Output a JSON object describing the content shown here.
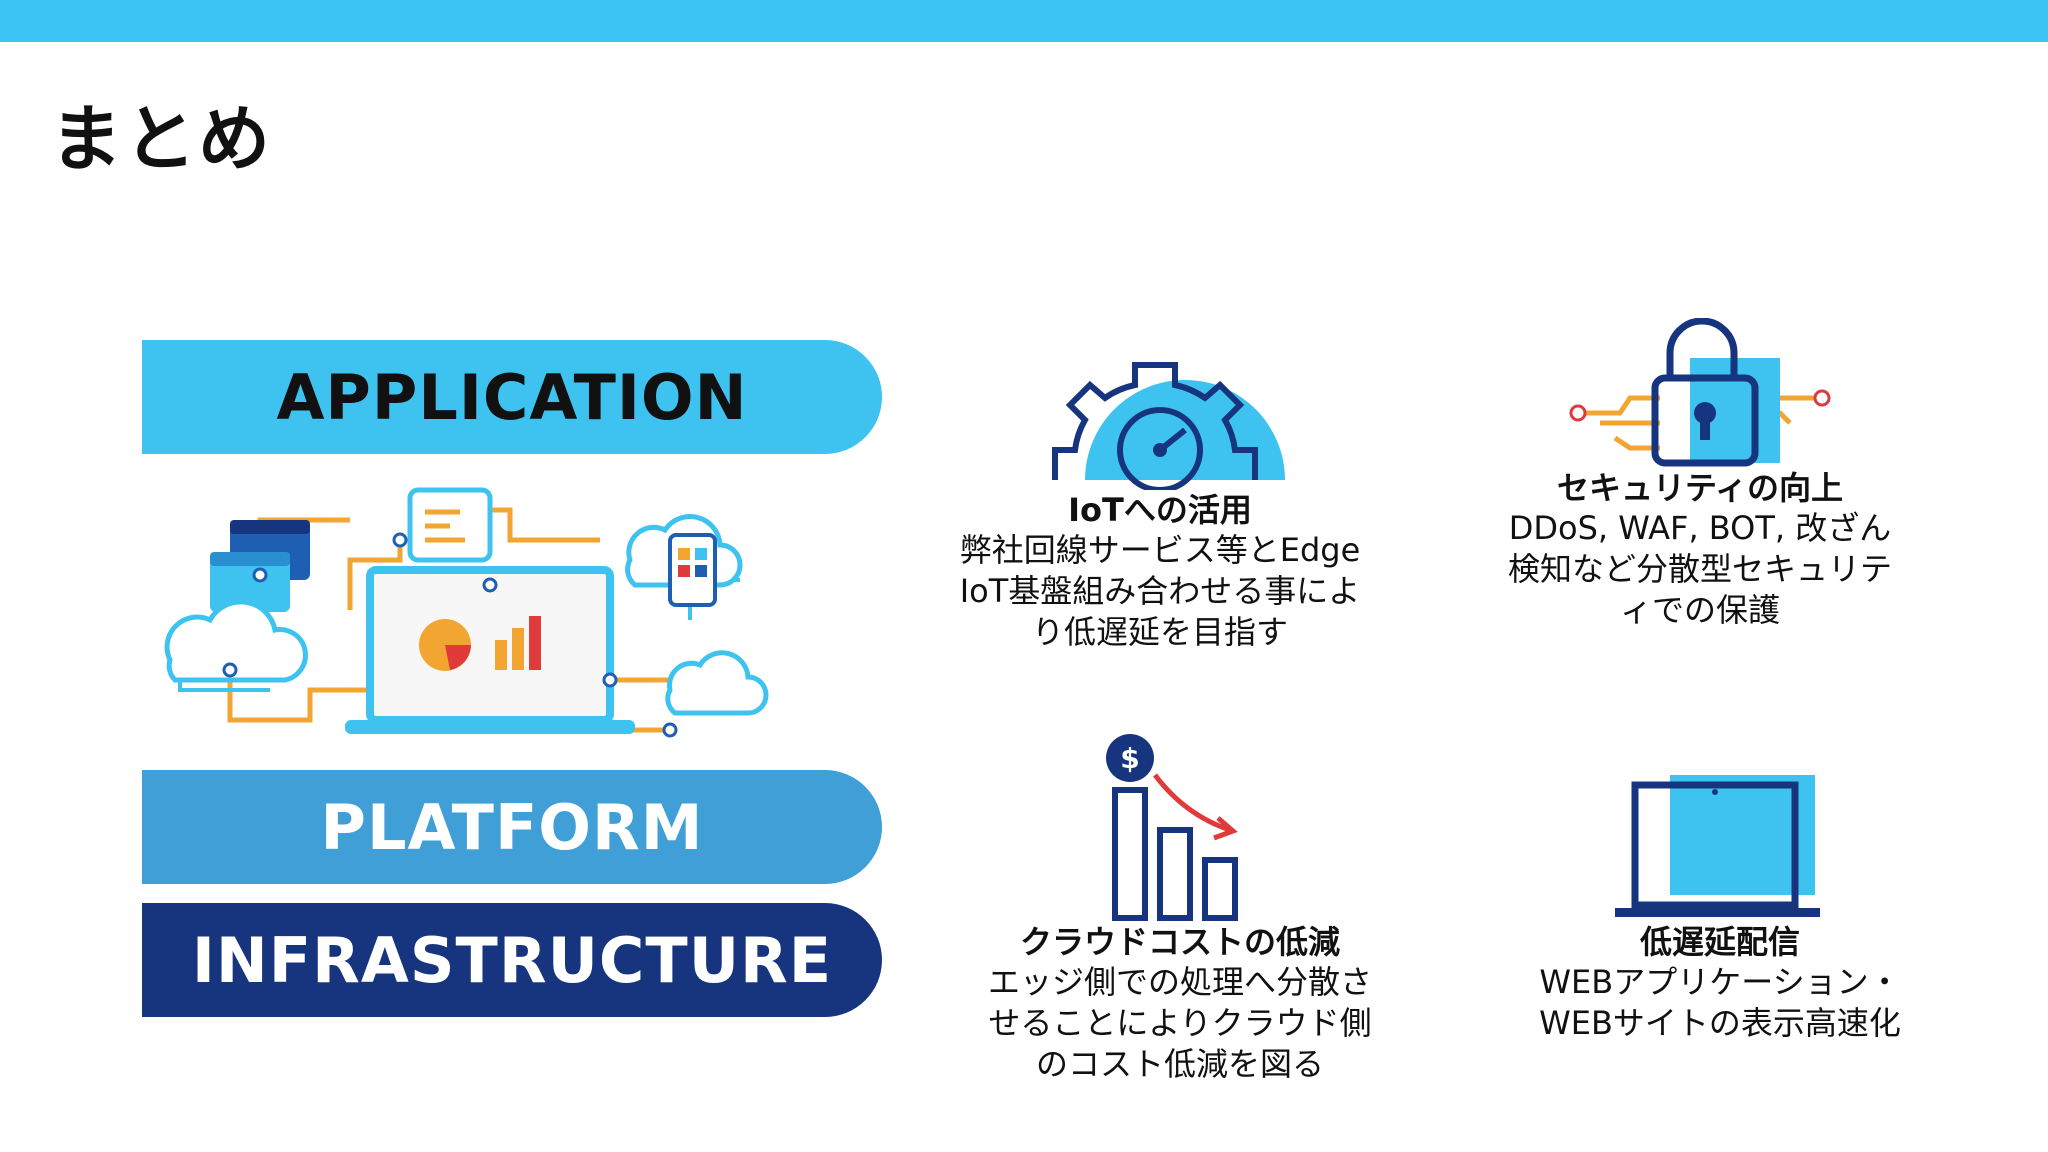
{
  "slide": {
    "title": "まとめ"
  },
  "stack": {
    "application": "APPLICATION",
    "platform": "PLATFORM",
    "infrastructure": "INFRASTRUCTURE"
  },
  "features": {
    "iot": {
      "title": "IoTへの活用",
      "text": "弊社回線サービス等とEdge\nIoT基盤組み合わせる事によ\nり低遅延を目指す",
      "icon": "gear-gauge-icon"
    },
    "security": {
      "title": "セキュリティの向上",
      "text": "DDoS, WAF, BOT, 改ざん\n検知など分散型セキュリテ\nィでの保護",
      "icon": "padlock-icon"
    },
    "cost": {
      "title": "クラウドコストの低減",
      "text": "エッジ側での処理へ分散さ\nせることによりクラウド側\nのコスト低減を図る",
      "icon": "cost-down-chart-icon"
    },
    "delivery": {
      "title": "低遅延配信",
      "text": "WEBアプリケーション・\nWEBサイトの表示高速化",
      "icon": "laptop-icon"
    }
  },
  "colors": {
    "accent": "#3cc4f4",
    "platform": "#3f9fd6",
    "infrastructure": "#17347e",
    "orange": "#f2a531",
    "red": "#e03a3a"
  }
}
